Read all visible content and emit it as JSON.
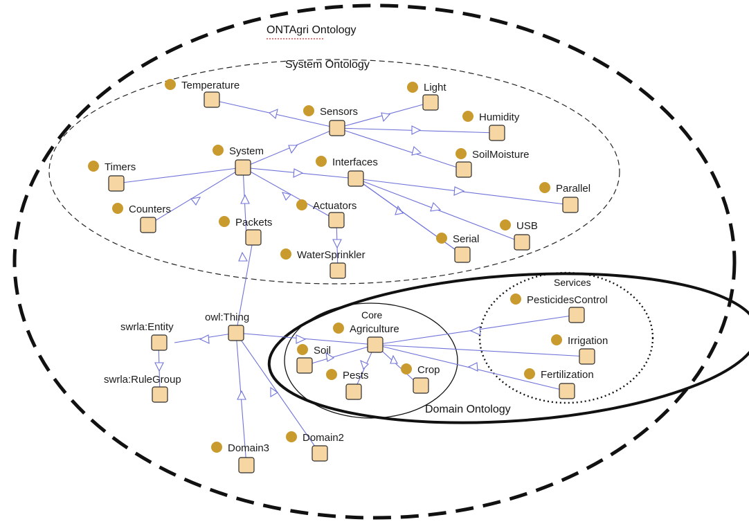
{
  "regions": {
    "ontagri": "ONTAgri Ontology",
    "system": "System Ontology",
    "core": "Core",
    "services": "Services",
    "domain": "Domain Ontology"
  },
  "nodes": {
    "temperature": "Temperature",
    "light": "Light",
    "sensors": "Sensors",
    "humidity": "Humidity",
    "system": "System",
    "soilmoisture": "SoilMoisture",
    "timers": "Timers",
    "interfaces": "Interfaces",
    "parallel": "Parallel",
    "counters": "Counters",
    "actuators": "Actuators",
    "packets": "Packets",
    "usb": "USB",
    "serial": "Serial",
    "watersprinkler": "WaterSprinkler",
    "owlthing": "owl:Thing",
    "swrlaentity": "swrla:Entity",
    "swrlarulegroup": "swrla:RuleGroup",
    "agriculture": "Agriculture",
    "soil": "Soil",
    "pests": "Pests",
    "crop": "Crop",
    "pesticidescontrol": "PesticidesControl",
    "irrigation": "Irrigation",
    "fertilization": "Fertilization",
    "domain2": "Domain2",
    "domain3": "Domain3"
  }
}
